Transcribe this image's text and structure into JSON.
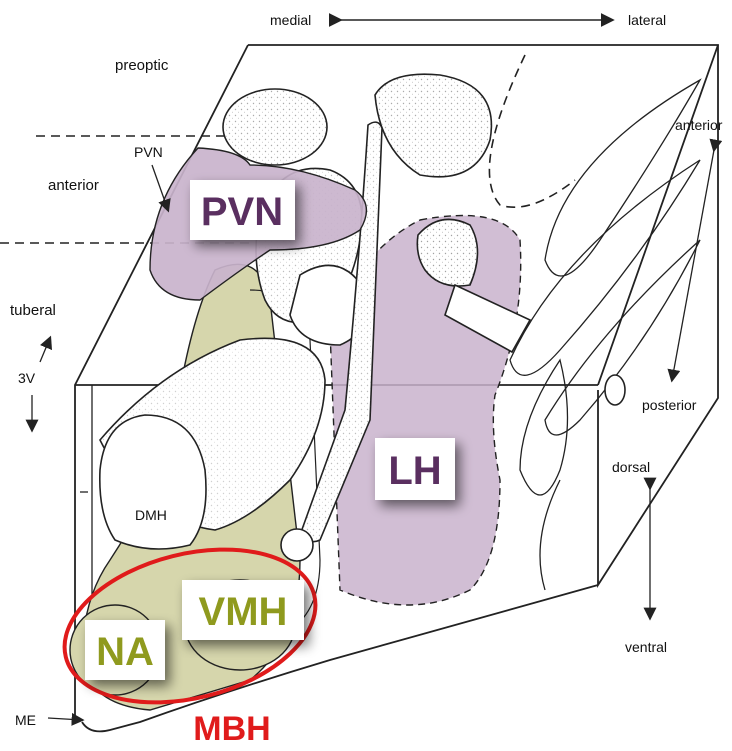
{
  "orientation": {
    "medial": "medial",
    "lateral": "lateral",
    "anterior": "anterior",
    "posterior": "posterior",
    "dorsal": "dorsal",
    "ventral": "ventral"
  },
  "regions": {
    "preoptic": "preoptic",
    "anterior": "anterior",
    "tuberal": "tuberal"
  },
  "small_labels": {
    "pvn_pointer": "PVN",
    "third_ventricle": "3V",
    "dmh": "DMH",
    "median_eminence": "ME"
  },
  "nucleus_tags": {
    "pvn": "PVN",
    "lh": "LH",
    "vmh": "VMH",
    "na": "NA",
    "mbh": "MBH"
  },
  "colors": {
    "purple_fill": "#c9b3cc",
    "purple_text": "#5a2f60",
    "olive_fill": "#d6d6ac",
    "olive_text": "#8f9a1e",
    "mbh_red": "#e01b1b"
  }
}
